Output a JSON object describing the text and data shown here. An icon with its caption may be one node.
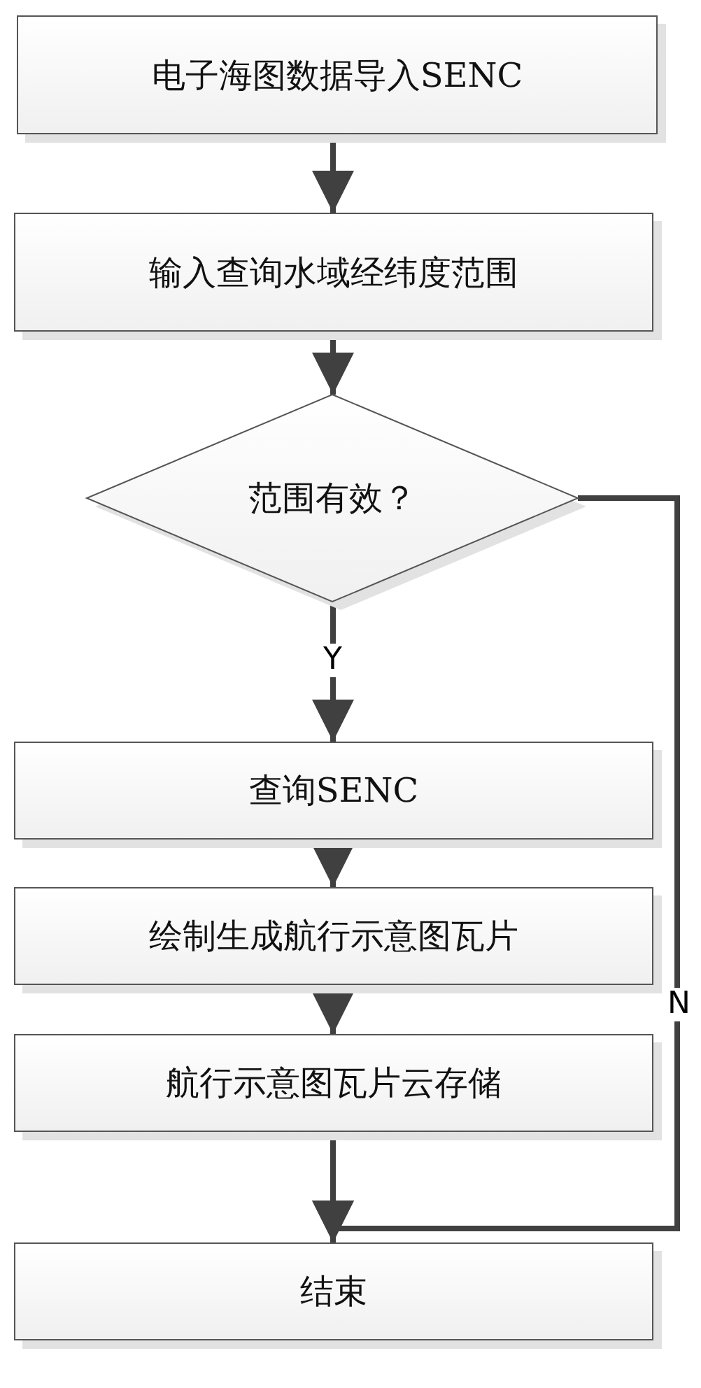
{
  "diagram": {
    "nodes": [
      {
        "text": [
          "电子海图数据导入SENC"
        ]
      },
      {
        "text": [
          "输入查询水域经纬度范围"
        ]
      },
      {
        "text": [
          "范围有效？"
        ]
      },
      {
        "text": [
          "查询SENC"
        ]
      },
      {
        "text": [
          "绘制生成航行示意图瓦片"
        ]
      },
      {
        "text": [
          "航行示意图瓦片云存储"
        ]
      },
      {
        "text": [
          "结束"
        ]
      }
    ],
    "edges": [
      {
        "from": 0,
        "to": 1,
        "arrow": "to"
      },
      {
        "from": 1,
        "to": 2,
        "arrow": "to"
      },
      {
        "from": 2,
        "to": 3,
        "arrow": "to",
        "label": "Y"
      },
      {
        "from": 3,
        "to": 4,
        "arrow": "to"
      },
      {
        "from": 4,
        "to": 5,
        "arrow": "to"
      },
      {
        "from": 5,
        "to": 6,
        "arrow": "to"
      },
      {
        "from": 2,
        "to": 6,
        "arrow": "to",
        "label": "N"
      }
    ]
  }
}
